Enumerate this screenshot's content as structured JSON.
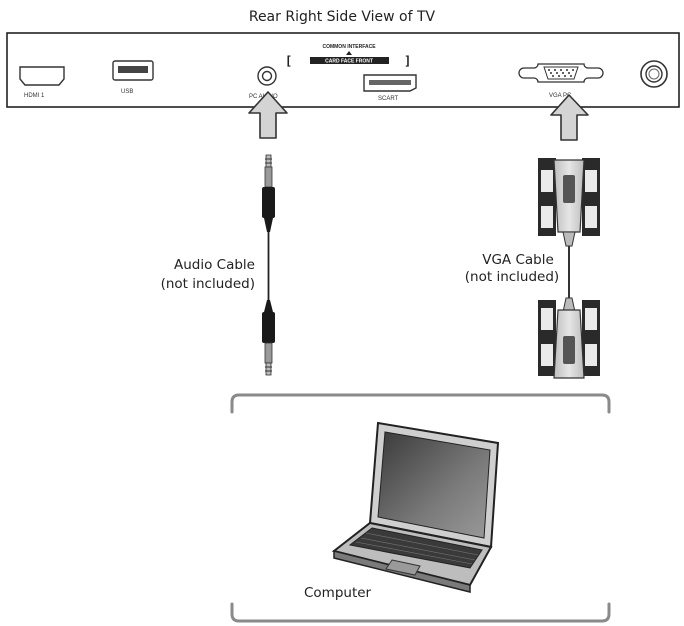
{
  "diagram": {
    "title": "Rear Right Side View of TV",
    "panel": {
      "hdmi_label": "HDMI 1",
      "usb_label": "USB",
      "pc_audio_label": "PC AUDIO",
      "ci_top_label": "COMMON INTERFACE",
      "ci_bottom_label": "CARD FACE FRONT",
      "ci_bracket_left": "[",
      "ci_bracket_right": "]",
      "scart_label": "SCART",
      "vga_label": "VGA PC"
    },
    "cables": {
      "audio_line1": "Audio Cable",
      "audio_line2": "(not included)",
      "vga_line1": "VGA Cable",
      "vga_line2": "(not included)"
    },
    "computer_label": "Computer"
  }
}
